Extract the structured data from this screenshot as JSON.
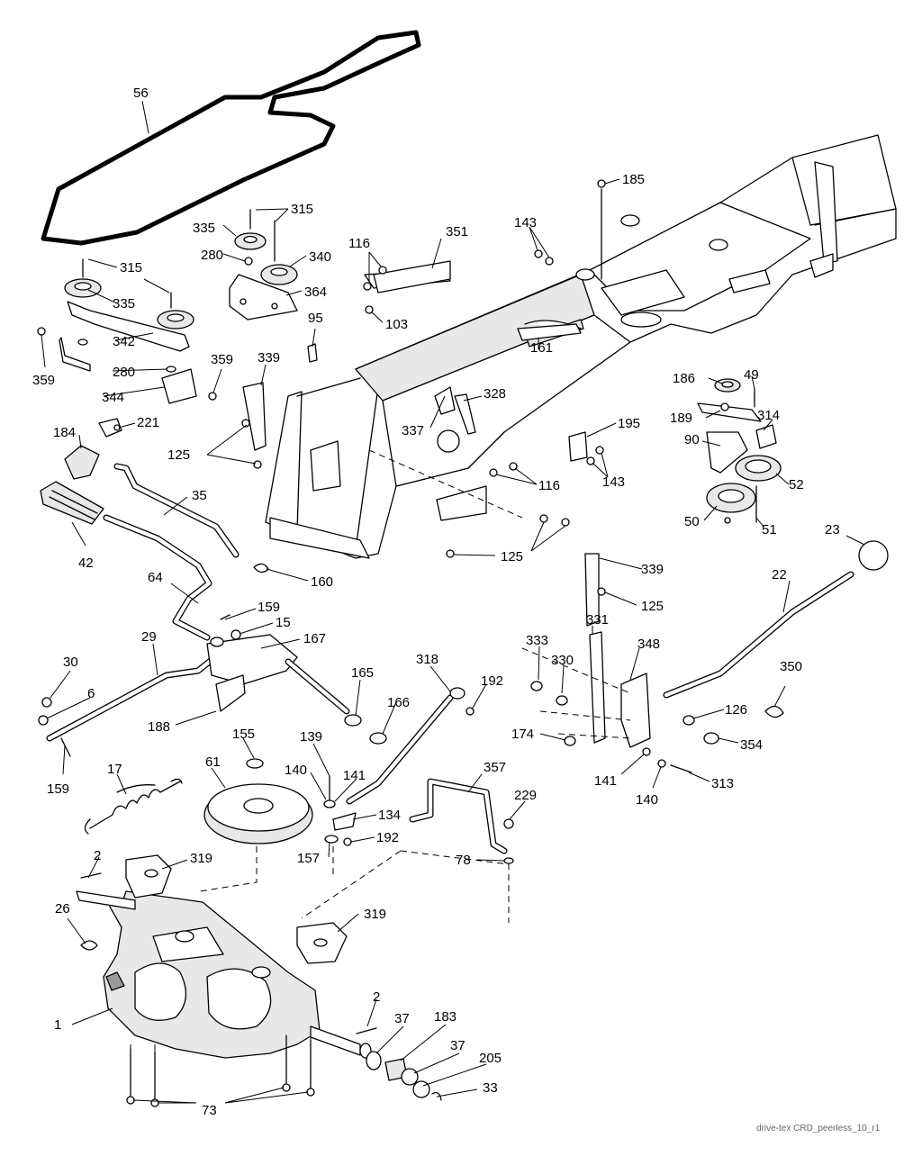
{
  "caption": "drive-tex CRD_peerless_10_r1",
  "callouts": {
    "c1": "1",
    "c2a": "2",
    "c2b": "2",
    "c6": "6",
    "c15": "15",
    "c17": "17",
    "c22": "22",
    "c23": "23",
    "c26": "26",
    "c29": "29",
    "c30": "30",
    "c33": "33",
    "c35": "35",
    "c37a": "37",
    "c37b": "37",
    "c42": "42",
    "c49": "49",
    "c50": "50",
    "c51": "51",
    "c52": "52",
    "c56": "56",
    "c61": "61",
    "c64": "64",
    "c73": "73",
    "c78": "78",
    "c90": "90",
    "c95": "95",
    "c103": "103",
    "c116a": "116",
    "c116b": "116",
    "c125a": "125",
    "c125b": "125",
    "c125c": "125",
    "c126": "126",
    "c134": "134",
    "c139": "139",
    "c140a": "140",
    "c140b": "140",
    "c141a": "141",
    "c141b": "141",
    "c143a": "143",
    "c143b": "143",
    "c155": "155",
    "c157": "157",
    "c159a": "159",
    "c159b": "159",
    "c160": "160",
    "c161": "161",
    "c165": "165",
    "c166": "166",
    "c167": "167",
    "c174": "174",
    "c183": "183",
    "c184": "184",
    "c185": "185",
    "c186": "186",
    "c188": "188",
    "c189": "189",
    "c192a": "192",
    "c192b": "192",
    "c195": "195",
    "c205": "205",
    "c221": "221",
    "c229": "229",
    "c280a": "280",
    "c280b": "280",
    "c313": "313",
    "c314": "314",
    "c315a": "315",
    "c315b": "315",
    "c318": "318",
    "c319a": "319",
    "c319b": "319",
    "c328": "328",
    "c330": "330",
    "c331": "331",
    "c333": "333",
    "c335a": "335",
    "c335b": "335",
    "c337": "337",
    "c339a": "339",
    "c339b": "339",
    "c340": "340",
    "c342": "342",
    "c344": "344",
    "c348": "348",
    "c350": "350",
    "c351": "351",
    "c354": "354",
    "c357": "357",
    "c359a": "359",
    "c359b": "359",
    "c364": "364"
  }
}
